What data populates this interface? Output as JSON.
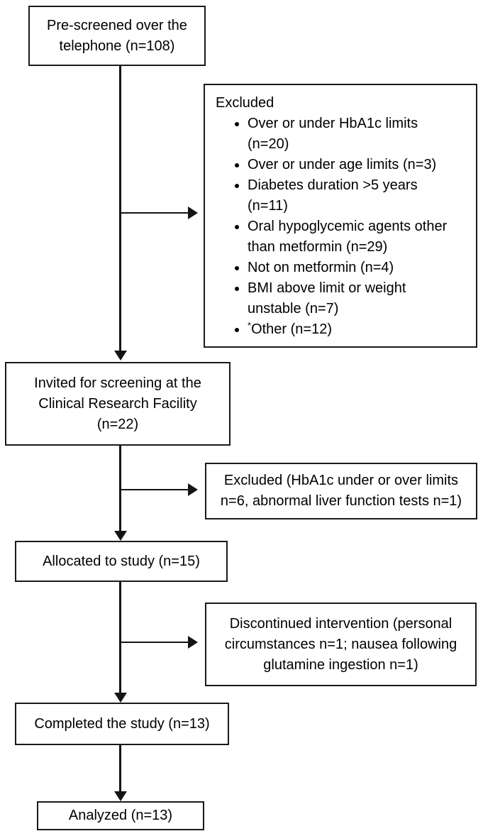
{
  "colors": {
    "background": "#ffffff",
    "box_border": "#1a1a1a",
    "line": "#141414",
    "text": "#000000"
  },
  "flowchart": {
    "boxes": {
      "prescreened": {
        "text": "Pre-screened over the telephone (n=108)"
      },
      "excluded_prescreen": {
        "title": "Excluded",
        "items": [
          "Over or under HbA1c limits (n=20)",
          "Over or under age limits (n=3)",
          "Diabetes duration >5 years (n=11)",
          "Oral hypoglycemic agents other than metformin (n=29)",
          "Not on metformin (n=4)",
          "BMI above limit or weight unstable (n=7)"
        ],
        "other_item": {
          "marker": "*",
          "text": "Other (n=12)"
        }
      },
      "invited": {
        "text": "Invited for screening at the Clinical Research Facility (n=22)"
      },
      "excluded_screening": {
        "text": "Excluded (HbA1c under or over limits n=6, abnormal liver function tests n=1)"
      },
      "allocated": {
        "text": "Allocated to study (n=15)"
      },
      "discontinued": {
        "text": "Discontinued intervention (personal circumstances n=1; nausea following glutamine ingestion n=1)"
      },
      "completed": {
        "text": "Completed the study (n=13)"
      },
      "analyzed": {
        "text": "Analyzed (n=13)"
      }
    }
  }
}
